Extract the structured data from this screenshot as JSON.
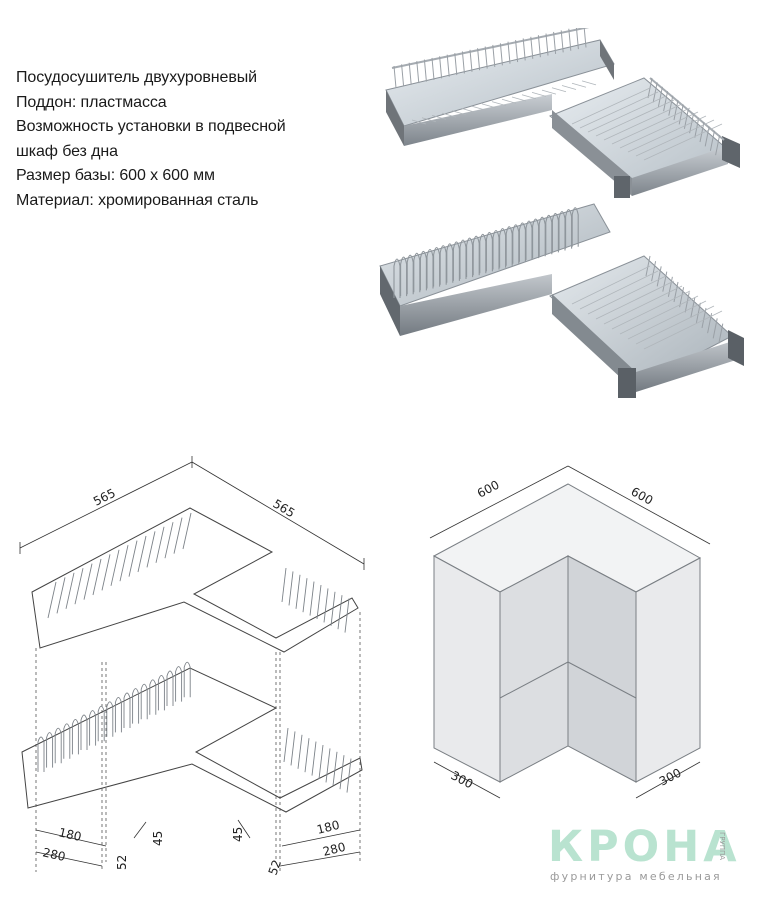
{
  "description": {
    "lines": [
      "Посудосушитель двухуровневый",
      "Поддон: пластмасса",
      "Возможность установки в подвесной",
      "шкаф без дна",
      "Размер базы: 600 х 600 мм",
      "Материал: хромированная сталь"
    ]
  },
  "rack_drawing": {
    "dims": {
      "top_left": "565",
      "top_right": "565",
      "bl_180": "180",
      "bl_280": "280",
      "b_52_left": "52",
      "b_45_left": "45",
      "b_45_right": "45",
      "b_52_right": "52",
      "br_180": "180",
      "br_280": "280"
    }
  },
  "cabinet_drawing": {
    "dims": {
      "top_left": "600",
      "top_right": "600",
      "bottom_left": "300",
      "bottom_right": "300"
    }
  },
  "brand": {
    "name": "КРОНА",
    "tagline": "фурнитура мебельная",
    "vertical": "ГРУППА"
  },
  "colors": {
    "logo": "#b9e3d0",
    "frame": "#6f7479",
    "wire": "#9aa0a6"
  }
}
